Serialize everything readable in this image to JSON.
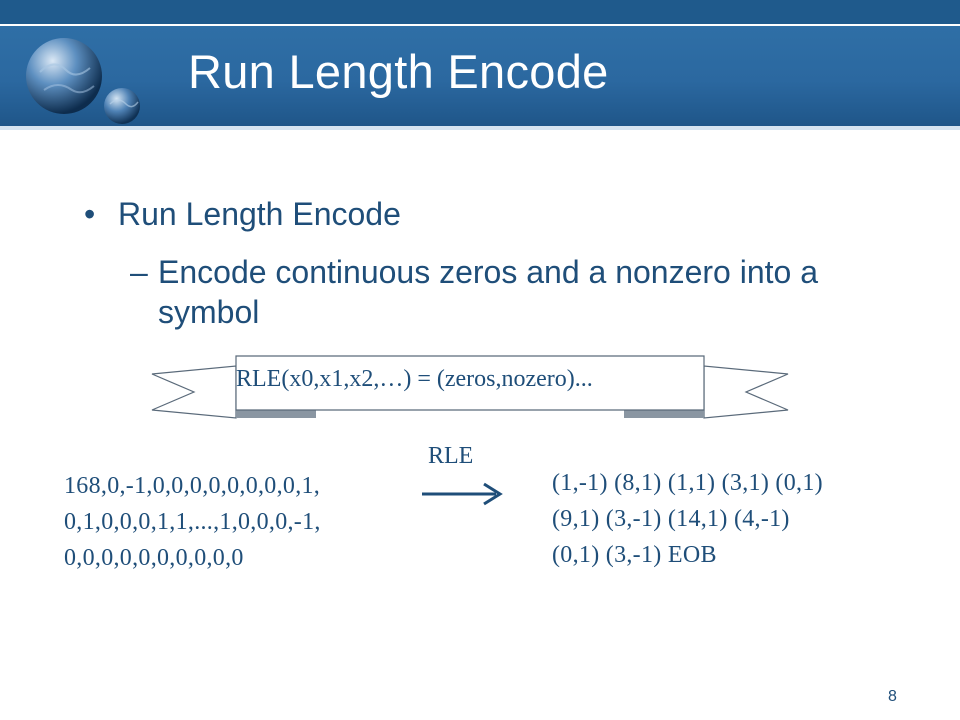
{
  "slide": {
    "title": "Run Length Encode",
    "page_number": "8"
  },
  "content": {
    "bullet_1": "Run Length Encode",
    "sub_bullet_1": "Encode continuous zeros and a nonzero into a symbol",
    "formula": "RLE(x0,x1,x2,…) = (zeros,nozero)...",
    "arrow_label": "RLE",
    "input_lines": [
      "168,0,-1,0,0,0,0,0,0,0,0,1,",
      "0,1,0,0,0,1,1,...,1,0,0,0,-1,",
      "0,0,0,0,0,0,0,0,0,0"
    ],
    "output_lines": [
      "(1,-1) (8,1) (1,1) (3,1) (0,1)",
      "(9,1) (3,-1) (14,1) (4,-1)",
      "(0,1) (3,-1) EOB"
    ]
  },
  "icons": {
    "logo": "globe-spheres-icon",
    "arrow": "arrow-right-icon"
  },
  "colors": {
    "title_band": "#2b68a0",
    "text": "#1f4e79",
    "title_text": "#ffffff"
  }
}
